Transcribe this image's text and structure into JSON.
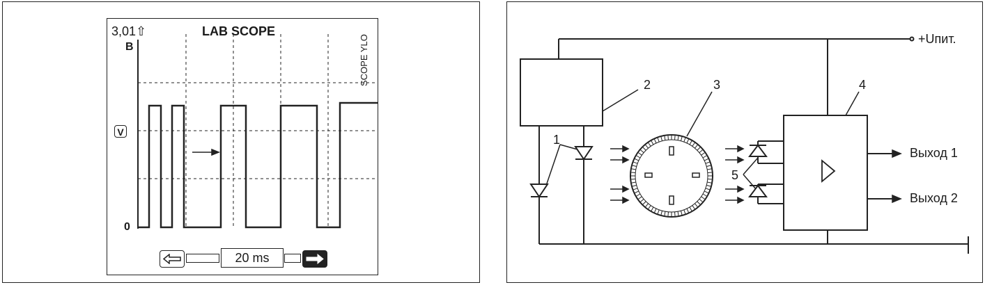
{
  "scope": {
    "reading": "3,01⇧",
    "title": "LAB SCOPE",
    "unit": "B",
    "side_label": "SCOPE YLO",
    "v_marker": "V",
    "zero_label": "0",
    "timebase": "20 ms"
  },
  "circuit": {
    "supply_label": "+Uпит.",
    "output_1": "Выход 1",
    "output_2": "Выход 2",
    "callouts": [
      "1",
      "2",
      "3",
      "4",
      "5"
    ]
  },
  "colors": {
    "ink": "#222222",
    "paper": "#ffffff"
  },
  "icons": {
    "timebase_left": "arrow-left-icon",
    "timebase_right": "arrow-right-icon",
    "amplifier": "amplifier-triangle-icon"
  }
}
